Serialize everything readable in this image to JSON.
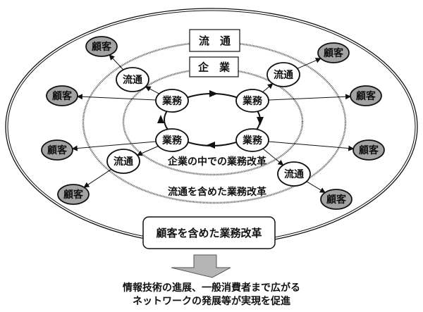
{
  "boxes": {
    "distribution": "流　通",
    "company": "企　業"
  },
  "nodes": {
    "business": "業務",
    "distribution": "流通",
    "customer": "顧客"
  },
  "captions": {
    "inner": "企業の中での業務改革",
    "middle": "流通を含めた業務改革",
    "outer": "顧客を含めた業務改革"
  },
  "conclusion": {
    "line1": "情報技術の進展、一般消費者まで広がる",
    "line2": "ネットワークの発展等が実現を促進"
  },
  "colors": {
    "customer_fill": "#a3a3a3",
    "arrow_fill": "#b5b5b5"
  }
}
